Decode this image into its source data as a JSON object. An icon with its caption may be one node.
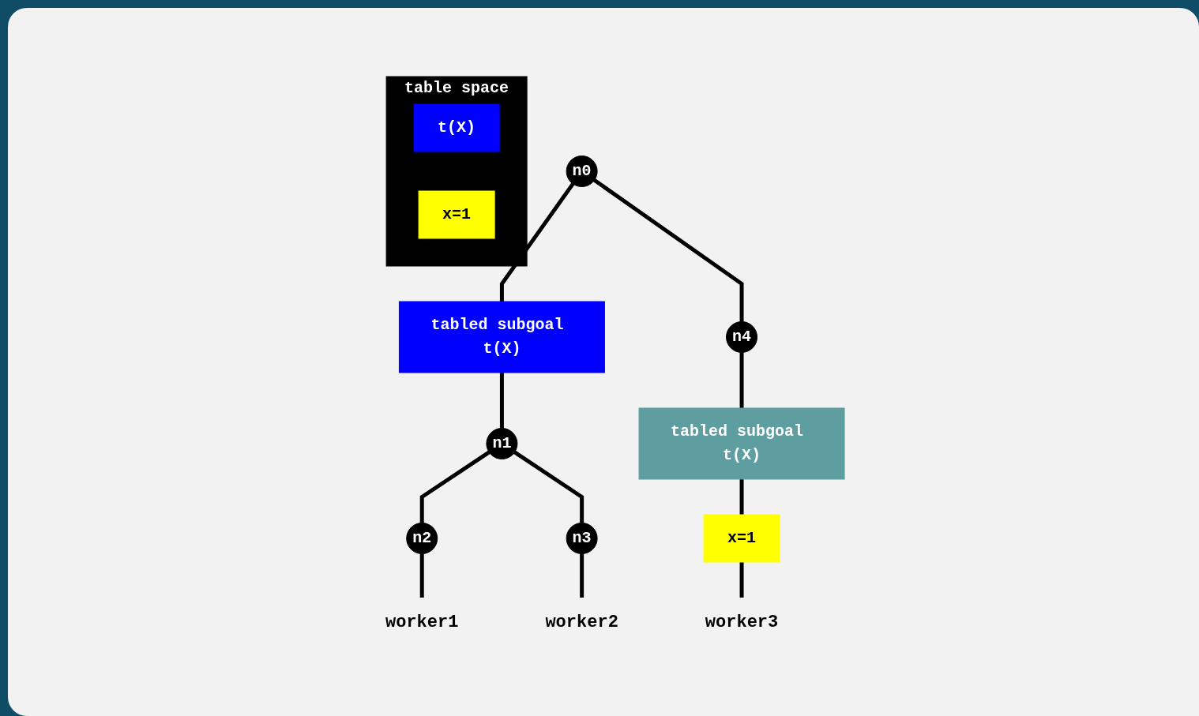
{
  "diagram": {
    "nodes": [
      {
        "text": [
          "n0"
        ]
      },
      {
        "text": [
          "tabled subgoal t(X)"
        ]
      },
      {
        "text": [
          "n4"
        ]
      },
      {
        "text": [
          "n1"
        ]
      },
      {
        "text": [
          "tabled subgoal t(X)"
        ]
      },
      {
        "text": [
          "n2"
        ]
      },
      {
        "text": [
          "n3"
        ]
      },
      {
        "text": [
          "x=1"
        ]
      },
      {
        "text": [
          "worker1"
        ]
      },
      {
        "text": [
          "worker2"
        ]
      },
      {
        "text": [
          "worker3"
        ]
      },
      {
        "text": [
          "table space"
        ]
      },
      {
        "text": [
          "t(X)"
        ],
        "in": 11
      },
      {
        "text": [
          "x=1"
        ],
        "in": 11
      }
    ],
    "edges": [
      {
        "from": 0,
        "to": 1,
        "arrow": "none"
      },
      {
        "from": 0,
        "to": 2,
        "arrow": "none"
      },
      {
        "from": 1,
        "to": 3,
        "arrow": "none"
      },
      {
        "from": 2,
        "to": 4,
        "arrow": "none"
      },
      {
        "from": 3,
        "to": 5,
        "arrow": "none"
      },
      {
        "from": 3,
        "to": 6,
        "arrow": "none"
      },
      {
        "from": 4,
        "to": 7,
        "arrow": "none"
      },
      {
        "from": 5,
        "to": 8,
        "arrow": "none"
      },
      {
        "from": 6,
        "to": 9,
        "arrow": "none"
      },
      {
        "from": 7,
        "to": 10,
        "arrow": "none"
      }
    ]
  }
}
